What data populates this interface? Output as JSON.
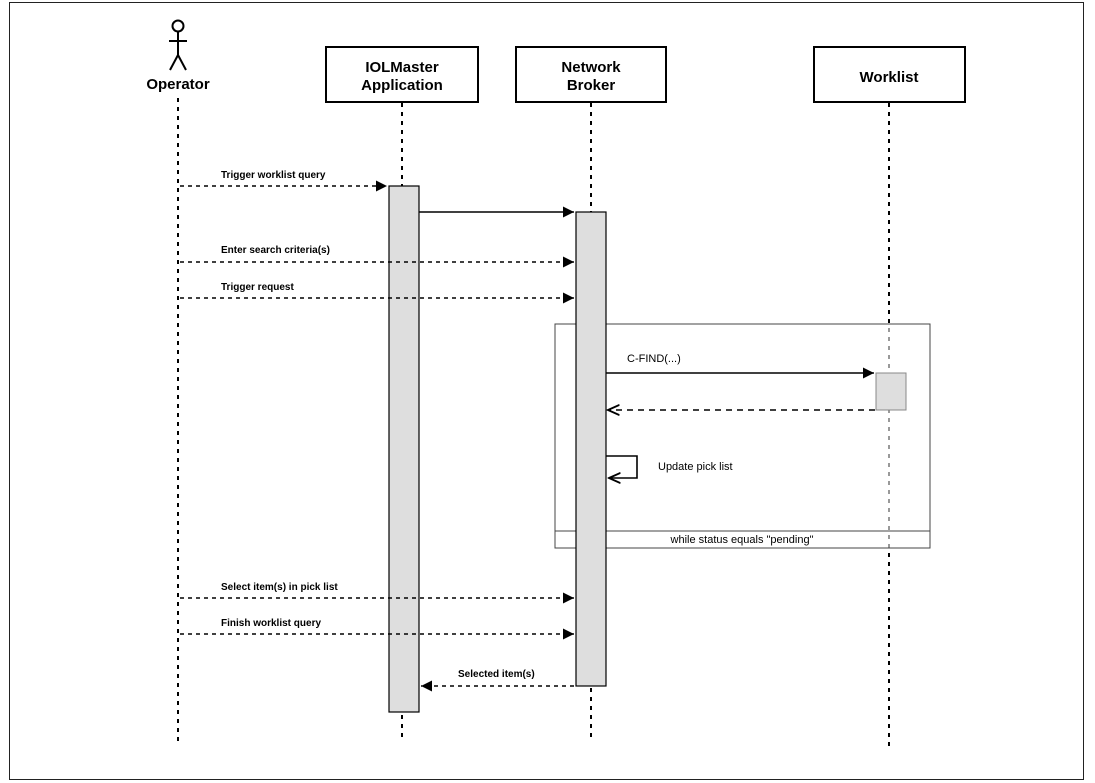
{
  "participants": {
    "operator": "Operator",
    "iolmaster_line1": "IOLMaster",
    "iolmaster_line2": "Application",
    "broker_line1": "Network",
    "broker_line2": "Broker",
    "worklist": "Worklist"
  },
  "messages": {
    "trigger_worklist_query": "Trigger worklist query",
    "enter_search_criteria": "Enter search criteria(s)",
    "trigger_request": "Trigger request",
    "c_find": "C-FIND(...)",
    "update_pick_list": "Update pick list",
    "select_items": "Select item(s) in pick list",
    "finish_worklist_query": "Finish worklist query",
    "selected_items": "Selected item(s)"
  },
  "loop": {
    "condition": "while status equals \"pending\""
  }
}
